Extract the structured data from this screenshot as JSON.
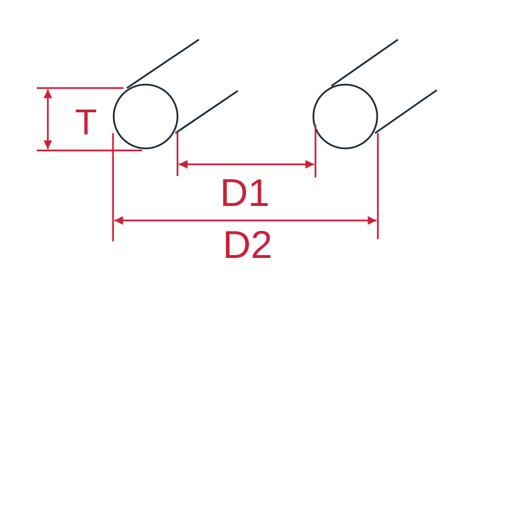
{
  "diagram": {
    "labels": {
      "thickness": "T",
      "inner_diameter": "D1",
      "outer_diameter": "D2"
    },
    "colors": {
      "dimension": "#c8213a",
      "outline": "#1a2a36"
    }
  }
}
